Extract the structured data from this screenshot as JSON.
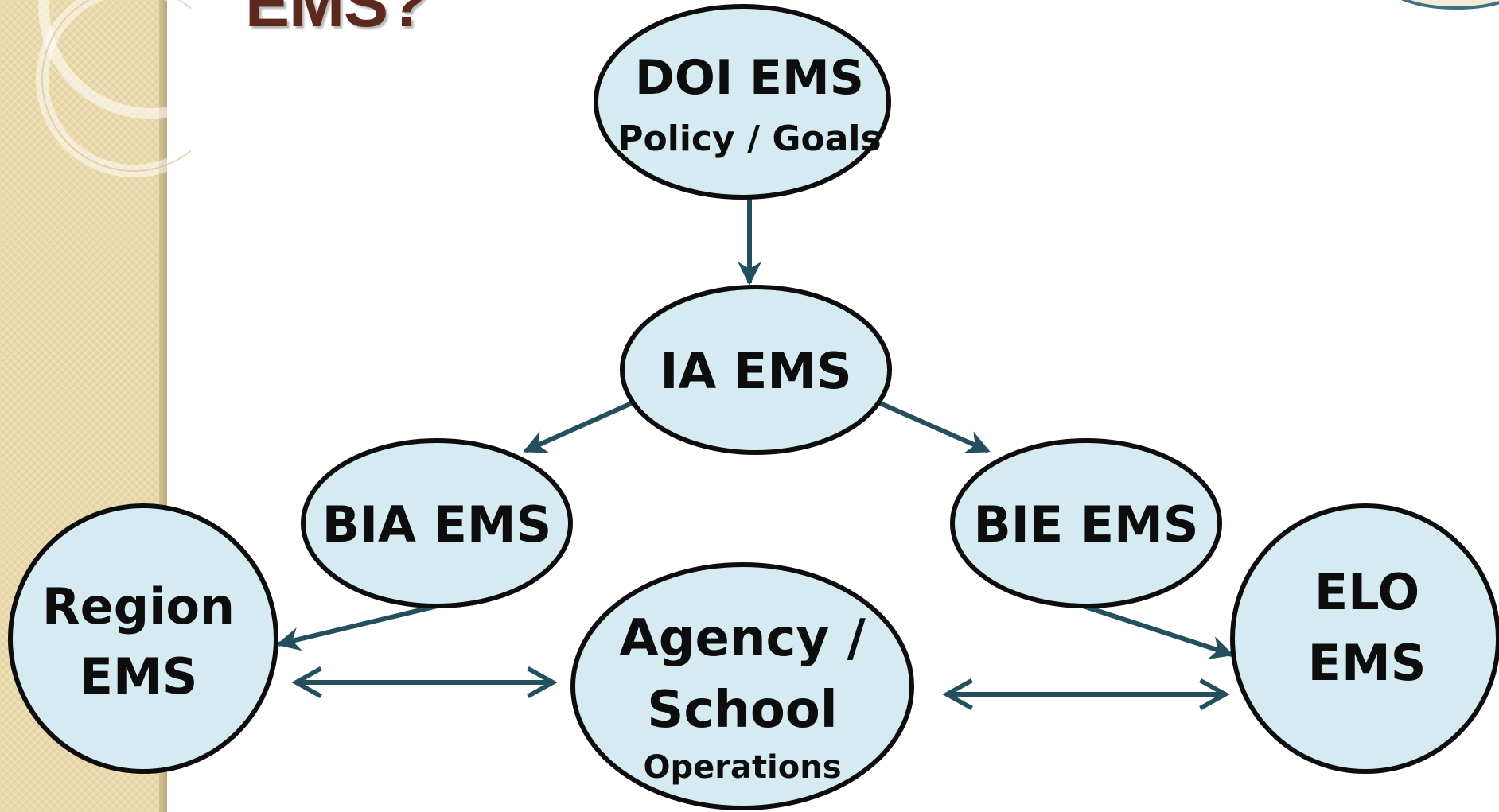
{
  "slide": {
    "title": "EMS?"
  },
  "colors": {
    "node_fill": "#d6eaf1",
    "node_stroke": "#0d0d0d",
    "arrow": "#24505e",
    "title": "#5b2a1c",
    "side_band": "#ead9aa"
  },
  "nodes": {
    "doi": {
      "title": "DOI EMS",
      "subtitle": "Policy / Goals"
    },
    "ia": {
      "title": "IA EMS"
    },
    "bia": {
      "title": "BIA EMS"
    },
    "bie": {
      "title": "BIE EMS"
    },
    "region": {
      "line1": "Region",
      "line2": "EMS"
    },
    "agency": {
      "line1": "Agency /",
      "line2": "School",
      "subtitle": "Operations"
    },
    "elo": {
      "line1": "ELO",
      "line2": "EMS"
    }
  },
  "edges": [
    {
      "from": "doi",
      "to": "ia",
      "type": "one-way"
    },
    {
      "from": "ia",
      "to": "bia",
      "type": "one-way"
    },
    {
      "from": "ia",
      "to": "bie",
      "type": "one-way"
    },
    {
      "from": "bia",
      "to": "region",
      "type": "one-way"
    },
    {
      "from": "bie",
      "to": "elo",
      "type": "one-way"
    },
    {
      "from": "region",
      "to": "agency",
      "type": "two-way"
    },
    {
      "from": "agency",
      "to": "elo",
      "type": "two-way"
    }
  ]
}
